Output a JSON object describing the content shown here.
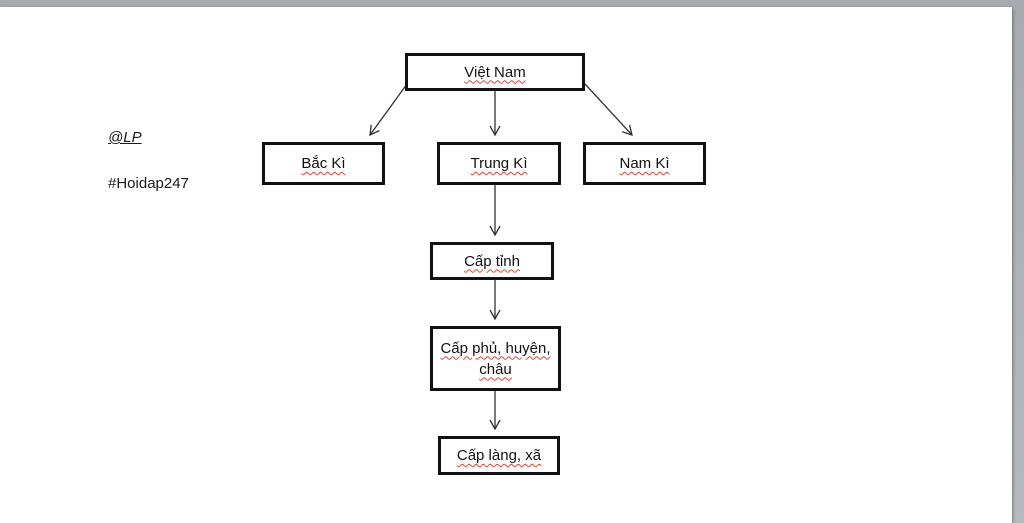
{
  "author_tag": "@LP",
  "hashtag": "#Hoidap247",
  "nodes": {
    "viet_nam": "Việt Nam",
    "bac_ki": "Bắc Kì",
    "trung_ki": "Trung Kì",
    "nam_ki": "Nam Kì",
    "cap_tinh": "Cấp tỉnh",
    "cap_phu": "Cấp phủ, huyện, châu",
    "cap_lang": "Cấp làng, xã"
  },
  "colors": {
    "box_border": "#111111",
    "spellcheck_underline": "#d8433b",
    "page_background": "#ffffff"
  }
}
